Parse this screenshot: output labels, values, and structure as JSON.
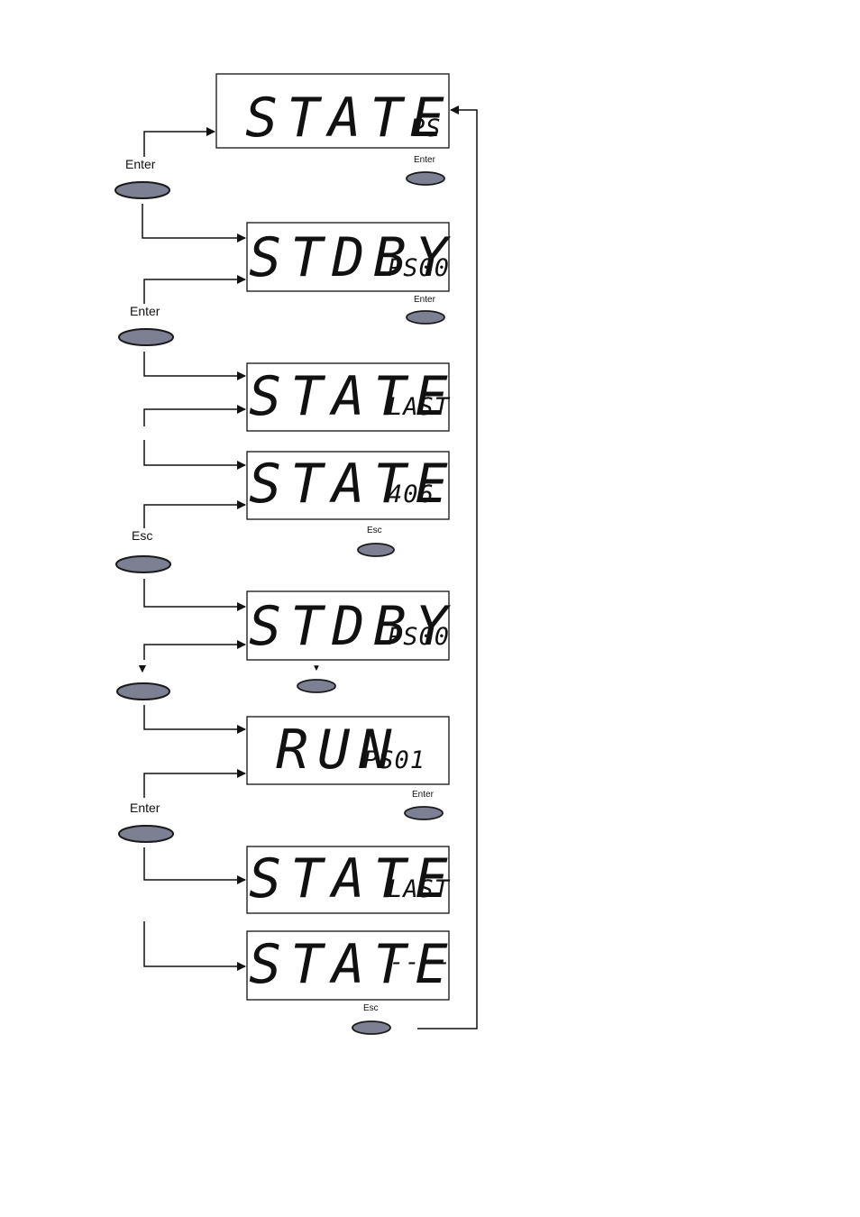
{
  "displays": [
    {
      "main": "STATE",
      "sub": "PS"
    },
    {
      "main": "STDBY",
      "sub": "PS00"
    },
    {
      "main": "STATE",
      "sub": "LAST"
    },
    {
      "main": "STATE",
      "sub": "406"
    },
    {
      "main": "STDBY",
      "sub": "PS00"
    },
    {
      "main": "RUN",
      "sub": "PS01"
    },
    {
      "main": "STATE",
      "sub": "LAST"
    },
    {
      "main": "STATE",
      "sub": "----"
    }
  ],
  "left_buttons": [
    {
      "label": "Enter"
    },
    {
      "label": "Enter"
    },
    {
      "label": "Esc"
    },
    {
      "label": "▼"
    },
    {
      "label": "Enter"
    }
  ],
  "right_buttons": [
    {
      "label": "Enter"
    },
    {
      "label": "Enter"
    },
    {
      "label": "Esc"
    },
    {
      "label": "▼"
    },
    {
      "label": "Enter"
    },
    {
      "label": "Esc"
    }
  ],
  "colors": {
    "button_fill": "#7d8093",
    "button_stroke": "#1a1a1a",
    "line": "#111111",
    "display_border": "#111111"
  }
}
